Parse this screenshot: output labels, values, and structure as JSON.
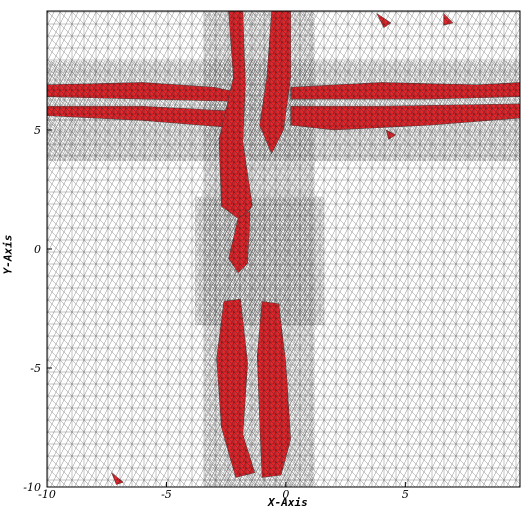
{
  "axes": {
    "xlabel": "X-Axis",
    "ylabel": "Y-Axis",
    "xlim": [
      -10,
      9.8
    ],
    "ylim": [
      -10,
      10
    ],
    "x_ticks": [
      {
        "value": -10,
        "label": "-10"
      },
      {
        "value": -5,
        "label": "-5"
      },
      {
        "value": 0,
        "label": "0"
      },
      {
        "value": 5,
        "label": "5"
      }
    ],
    "y_ticks": [
      {
        "value": 5,
        "label": "5"
      },
      {
        "value": 0,
        "label": "0"
      },
      {
        "value": -5,
        "label": "-5"
      },
      {
        "value": -10,
        "label": "-10"
      }
    ]
  },
  "mesh": {
    "background_color": "#ffffff",
    "edge_color": "#444444",
    "refined_color": "#e8252a",
    "shading_color": "#cfcfcf"
  }
}
